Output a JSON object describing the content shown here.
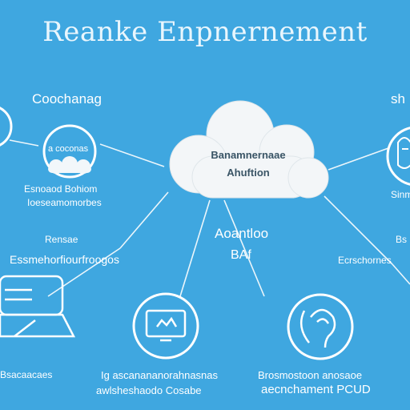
{
  "title": "Reanke Enpnernement",
  "cloud": {
    "line1": "Banamnernaae",
    "line2": "Ahuftion"
  },
  "center_label": {
    "line1": "Aoantloo",
    "line2": "BAf"
  },
  "left_top": {
    "heading": "Coochanag",
    "node_label": "a coconas",
    "caption1": "Esnoaod Bohiom",
    "caption2": "Ioeseamomorbes"
  },
  "left_mid": {
    "line1": "Rensae",
    "line2": "Essmehorfiourfroogos"
  },
  "left_bottom": {
    "caption": "Bsacaacaes"
  },
  "bottom_center": {
    "line1": "Ig ascanananorahnasnas",
    "line2": "awlsheshaodo Cosabe"
  },
  "bottom_right": {
    "line1": "Brosmostoon anosaoe",
    "line2": "aecnchament PCUD"
  },
  "right_top": {
    "heading": "sh",
    "caption": "Sinm"
  },
  "right_mid": {
    "line1": "Bs",
    "line2": "Ecrschornes"
  },
  "colors": {
    "background": "#3fa7e0",
    "line": "#ffffff",
    "cloud": "#f3f6f8",
    "cloud_text": "#3a5566"
  },
  "icons": [
    "people-icon",
    "cloud-icon",
    "laptop-icon",
    "monitor-icon",
    "ear-icon",
    "head-icon"
  ]
}
